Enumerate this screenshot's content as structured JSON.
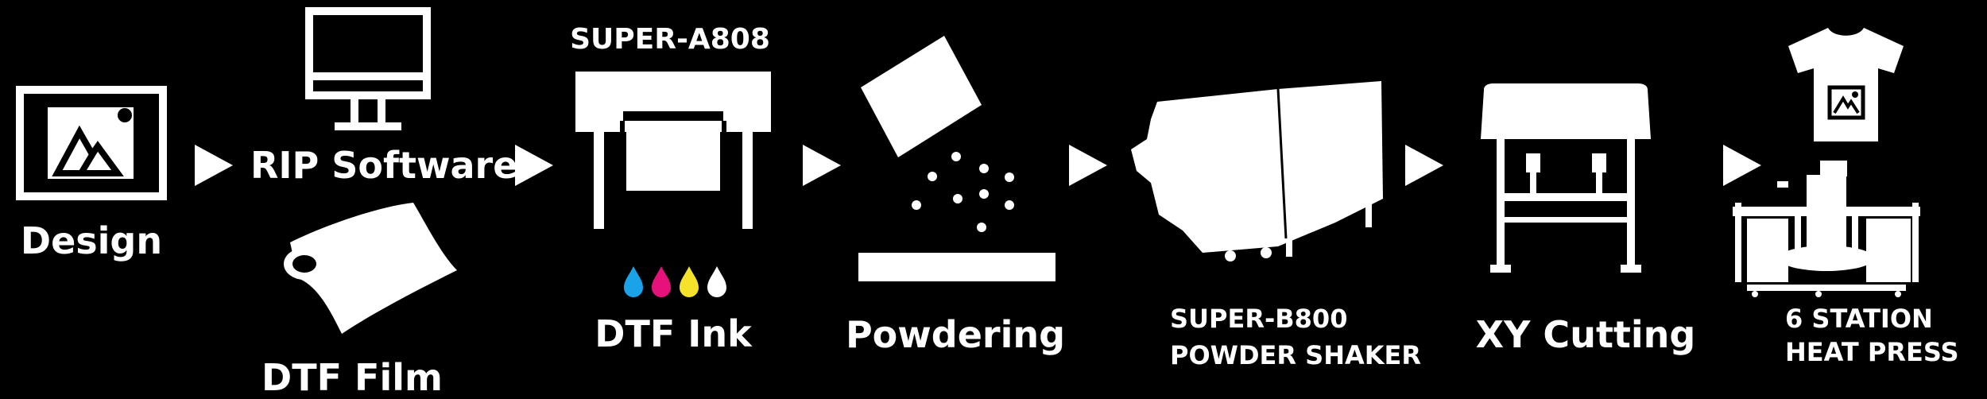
{
  "steps": {
    "design": {
      "label": "Design"
    },
    "rip": {
      "label": "RIP Software"
    },
    "film": {
      "label": "DTF Film"
    },
    "printer": {
      "model": "SUPER-A808"
    },
    "ink": {
      "label": "DTF Ink",
      "colors": [
        "#1aa3e8",
        "#e6117a",
        "#f6e22a",
        "#ffffff"
      ]
    },
    "powdering": {
      "label": "Powdering"
    },
    "shaker": {
      "line1": "SUPER-B800",
      "line2": "POWDER SHAKER"
    },
    "cutting": {
      "label": "XY Cutting"
    },
    "press": {
      "line1": "6 STATION",
      "line2": "HEAT PRESS"
    }
  },
  "colors": {
    "background": "#000000",
    "foreground": "#ffffff"
  }
}
